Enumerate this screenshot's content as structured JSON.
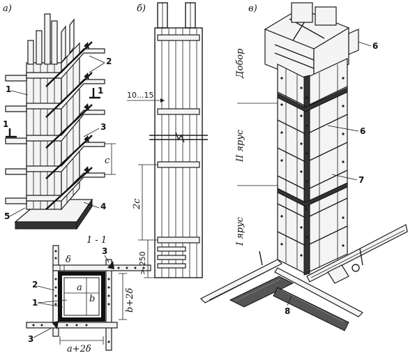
{
  "figure": {
    "panel_labels": {
      "a": "а)",
      "b": "б)",
      "c": "в)"
    },
    "panel_a": {
      "callouts": [
        "1",
        "2",
        "3",
        "4",
        "5"
      ],
      "section_marks": [
        "1",
        "1"
      ],
      "dimension_c": "c"
    },
    "section_view": {
      "title": "1 - 1",
      "callouts": [
        "1",
        "2",
        "3",
        "3"
      ],
      "dim_delta": "δ",
      "dim_a": "a",
      "dim_b": "b",
      "dim_b_plus": "b+2δ",
      "dim_a_plus": "a+2δ"
    },
    "panel_b": {
      "dim_gap": "10...15",
      "dim_2c": "2c",
      "dim_250": "> 250"
    },
    "panel_c": {
      "tier_labels": [
        "Добор",
        "II ярус",
        "I ярус"
      ],
      "callouts": [
        "6",
        "6",
        "7",
        "8"
      ]
    }
  }
}
